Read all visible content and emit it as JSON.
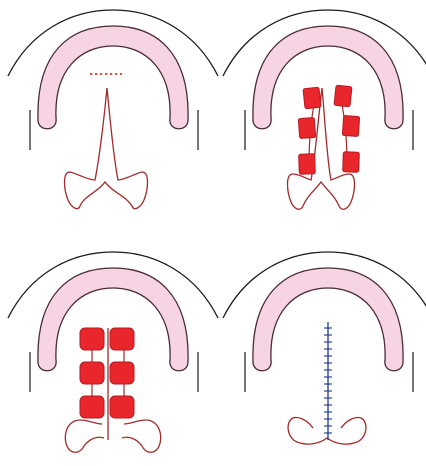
{
  "colors": {
    "background": "#ffffff",
    "outline": "#1a1a1a",
    "ridge_fill": "#f6d4e3",
    "ridge_stroke": "#4a2a35",
    "cleft_line": "#a32a2a",
    "flap_fill": "#e8262c",
    "flap_stroke": "#b51b1f",
    "incision_dots": "#d9533a",
    "suture_line": "#1f3a8a"
  },
  "panels": [
    {
      "stage": "incision-marked"
    },
    {
      "stage": "flaps-raised"
    },
    {
      "stage": "flaps-approximated"
    },
    {
      "stage": "closure-sutured"
    }
  ]
}
